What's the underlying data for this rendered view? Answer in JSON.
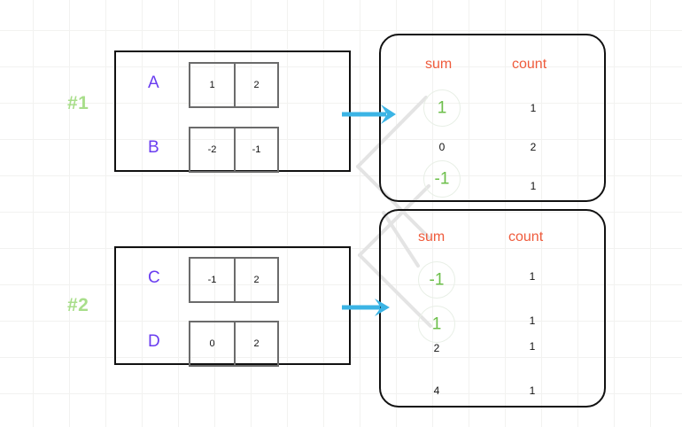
{
  "diagram": {
    "title": "Two-pass aggregation of value pairs into sum/count tables",
    "colors": {
      "group_letter": "#6a3df0",
      "step_tag": "#a8de8a",
      "column_header": "#ef5b3c",
      "highlight_value": "#6cbf4a",
      "arrow": "#3bb4e5",
      "box_border": "#111111",
      "cell_border": "#6b6b6b",
      "grid_line": "#f2f2f0",
      "link_line": "#e2e2e2"
    },
    "steps": [
      {
        "tag": "#1"
      },
      {
        "tag": "#2"
      }
    ],
    "groups": [
      {
        "step": "#1",
        "rows": [
          {
            "label": "A",
            "cells": [
              "1",
              "2"
            ]
          },
          {
            "label": "B",
            "cells": [
              "-2",
              "-1"
            ]
          }
        ]
      },
      {
        "step": "#2",
        "rows": [
          {
            "label": "C",
            "cells": [
              "-1",
              "2"
            ]
          },
          {
            "label": "D",
            "cells": [
              "0",
              "2"
            ]
          }
        ]
      }
    ],
    "tables": [
      {
        "name": "table-1",
        "headers": {
          "sum": "sum",
          "count": "count"
        },
        "rows": [
          {
            "sum": "1",
            "count": "1",
            "highlight": true
          },
          {
            "sum": "0",
            "count": "2",
            "highlight": false
          },
          {
            "sum": "-1",
            "count": "1",
            "highlight": true
          }
        ]
      },
      {
        "name": "table-2",
        "headers": {
          "sum": "sum",
          "count": "count"
        },
        "rows": [
          {
            "sum": "-1",
            "count": "1",
            "highlight": true
          },
          {
            "sum": "1",
            "count": "1",
            "highlight": true
          },
          {
            "sum": "2",
            "count": "1",
            "highlight": false
          },
          {
            "sum": "4",
            "count": "1",
            "highlight": false
          }
        ]
      }
    ],
    "arrows": [
      {
        "name": "arrow-group1-to-table1"
      },
      {
        "name": "arrow-group2-to-table2"
      }
    ],
    "links": [
      {
        "from": "table1.sum.1",
        "to": "table2.sum.1"
      },
      {
        "from": "table1.sum.-1",
        "to": "table2.sum.-1"
      }
    ]
  }
}
